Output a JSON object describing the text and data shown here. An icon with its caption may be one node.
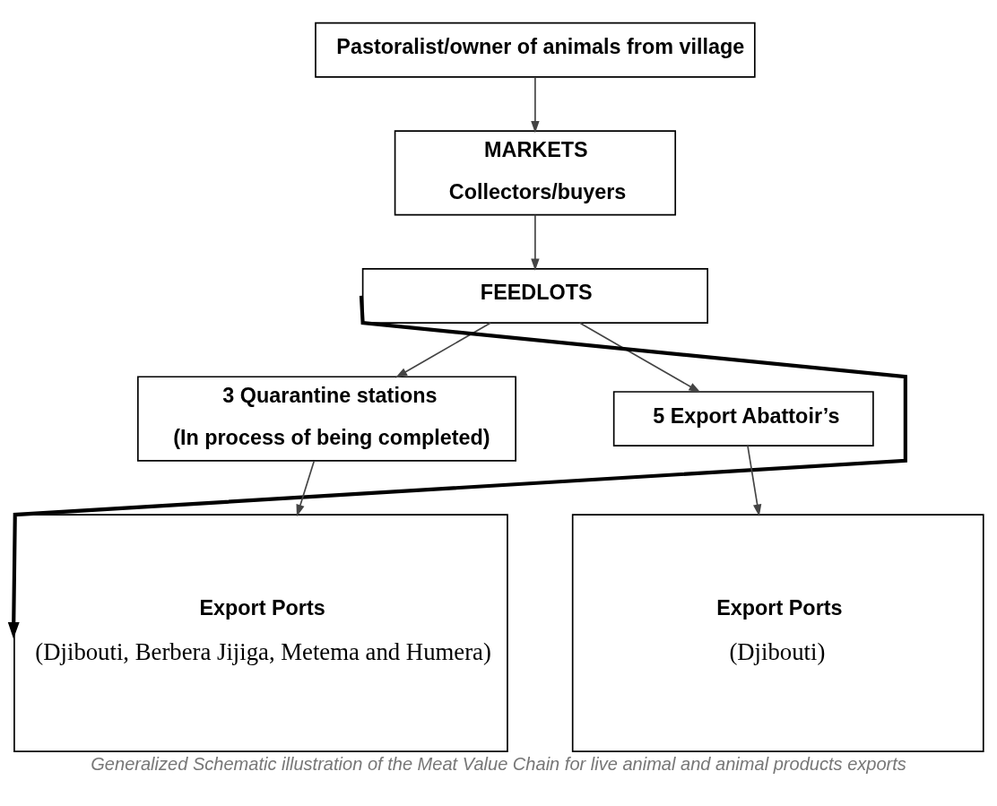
{
  "diagram": {
    "caption": "Generalized Schematic illustration of the Meat Value Chain for live animal and animal products exports",
    "nodes": [
      {
        "text": [
          "Pastoralist/owner of animals from village"
        ]
      },
      {
        "text": [
          "MARKETS",
          "Collectors/buyers"
        ]
      },
      {
        "text": [
          "FEEDLOTS"
        ]
      },
      {
        "text": [
          "3 Quarantine stations",
          "(In process of being completed)"
        ]
      },
      {
        "text": [
          "5 Export Abattoir’s"
        ]
      },
      {
        "text": [
          "Export Ports",
          "(Djibouti, Berbera Jijiga, Metema and Humera)"
        ]
      },
      {
        "text": [
          "Export Ports",
          "(Djibouti)"
        ]
      }
    ],
    "edges": [
      {
        "from": 0,
        "to": 1,
        "arrow": "to"
      },
      {
        "from": 1,
        "to": 2,
        "arrow": "to"
      },
      {
        "from": 2,
        "to": 3,
        "arrow": "to"
      },
      {
        "from": 2,
        "to": 4,
        "arrow": "to"
      },
      {
        "from": 3,
        "to": 5,
        "arrow": "to"
      },
      {
        "from": 4,
        "to": 6,
        "arrow": "to"
      },
      {
        "from": 2,
        "to": 5,
        "arrow": "to",
        "style": "thick"
      }
    ]
  }
}
